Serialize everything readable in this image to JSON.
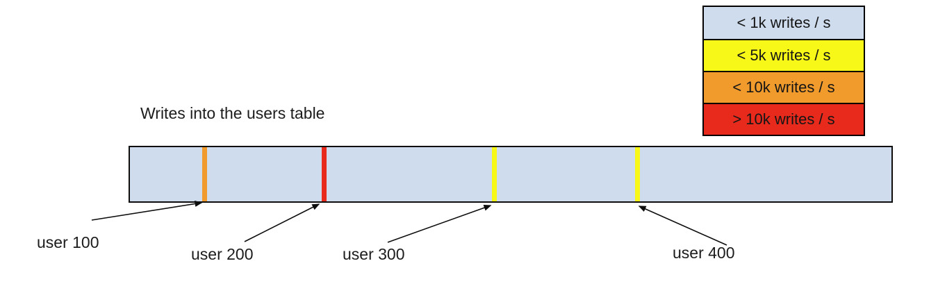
{
  "title": "Writes into the users table",
  "legend": [
    {
      "label": "< 1k writes / s",
      "color": "#cfdcee"
    },
    {
      "label": "< 5k writes / s",
      "color": "#f8f818"
    },
    {
      "label": "< 10k writes / s",
      "color": "#f09b2c"
    },
    {
      "label": "> 10k writes / s",
      "color": "#e72a1c"
    }
  ],
  "bar": {
    "fill_color": "#cfdcee",
    "border_color": "#000000"
  },
  "markers": [
    {
      "name": "user 100",
      "color": "#f09b2c",
      "legend": "< 10k writes / s"
    },
    {
      "name": "user 200",
      "color": "#e72a1c",
      "legend": "> 10k writes / s"
    },
    {
      "name": "user 300",
      "color": "#f8f818",
      "legend": "< 5k writes / s"
    },
    {
      "name": "user 400",
      "color": "#f8f818",
      "legend": "< 5k writes / s"
    }
  ],
  "callouts": [
    "user 100",
    "user 200",
    "user 300",
    "user 400"
  ]
}
